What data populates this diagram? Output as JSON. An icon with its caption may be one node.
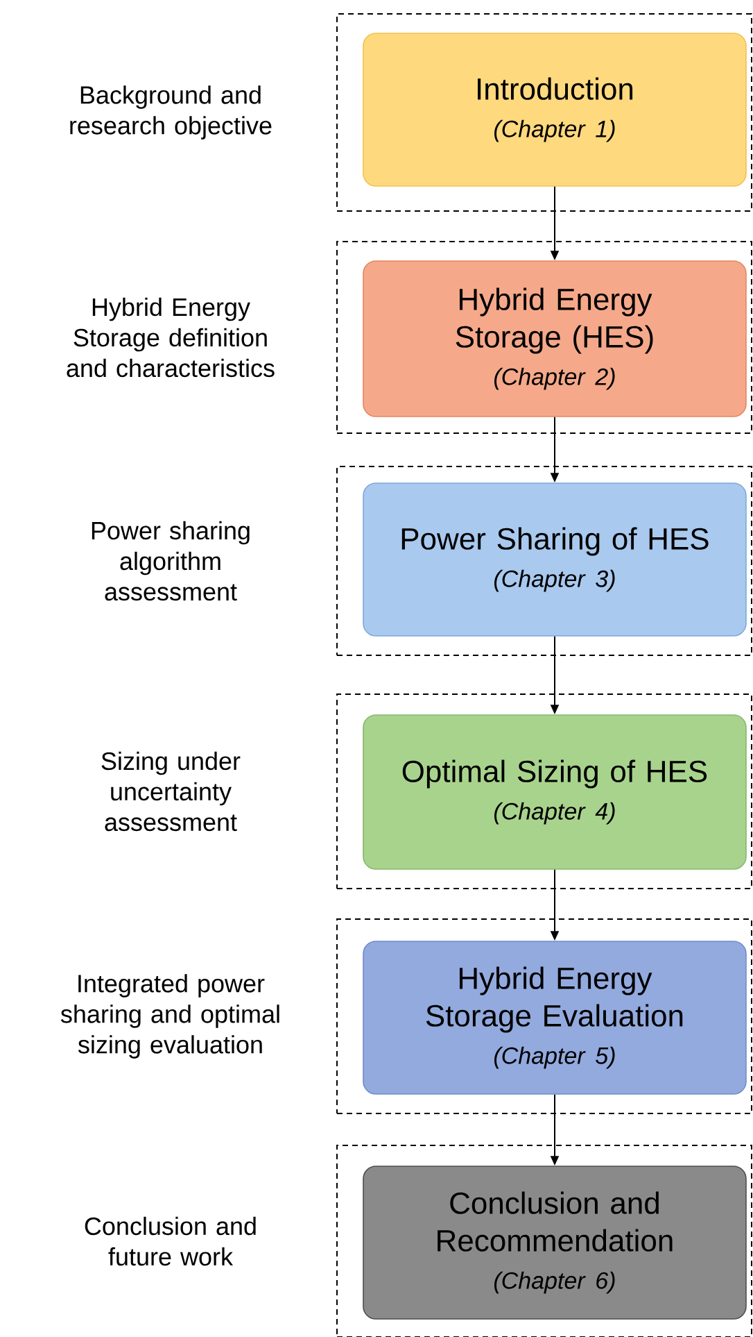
{
  "diagram": {
    "nodes": [
      {
        "text": [],
        "shape": "box",
        "beside": [
          "Background and research objective"
        ]
      },
      {
        "text": [
          "Introduction",
          "(Chapter 1)"
        ],
        "in": 0
      },
      {
        "text": [],
        "shape": "box",
        "beside": [
          "Hybrid Energy Storage definition and characteristics"
        ]
      },
      {
        "text": [
          "Hybrid Energy Storage (HES)",
          "(Chapter 2)"
        ],
        "in": 2
      },
      {
        "text": [],
        "shape": "box",
        "beside": [
          "Power sharing algorithm assessment"
        ]
      },
      {
        "text": [
          "Power Sharing of HES",
          "(Chapter 3)"
        ],
        "in": 4
      },
      {
        "text": [],
        "shape": "box",
        "beside": [
          "Sizing under uncertainty assessment"
        ]
      },
      {
        "text": [
          "Optimal Sizing of HES",
          "(Chapter 4)"
        ],
        "in": 6
      },
      {
        "text": [],
        "shape": "box",
        "beside": [
          "Integrated power sharing and optimal sizing evaluation"
        ]
      },
      {
        "text": [
          "Hybrid Energy Storage Evaluation",
          "(Chapter 5)"
        ],
        "in": 8
      },
      {
        "text": [],
        "shape": "box",
        "beside": [
          "Conclusion and future work"
        ]
      },
      {
        "text": [
          "Conclusion and Recommendation",
          "(Chapter 6)"
        ],
        "in": 10
      }
    ],
    "edges": [
      {
        "from": 1,
        "to": 3,
        "arrow": "to"
      },
      {
        "from": 3,
        "to": 5,
        "arrow": "to"
      },
      {
        "from": 5,
        "to": 7,
        "arrow": "to"
      },
      {
        "from": 7,
        "to": 9,
        "arrow": "to"
      },
      {
        "from": 9,
        "to": 11,
        "arrow": "to"
      }
    ]
  }
}
